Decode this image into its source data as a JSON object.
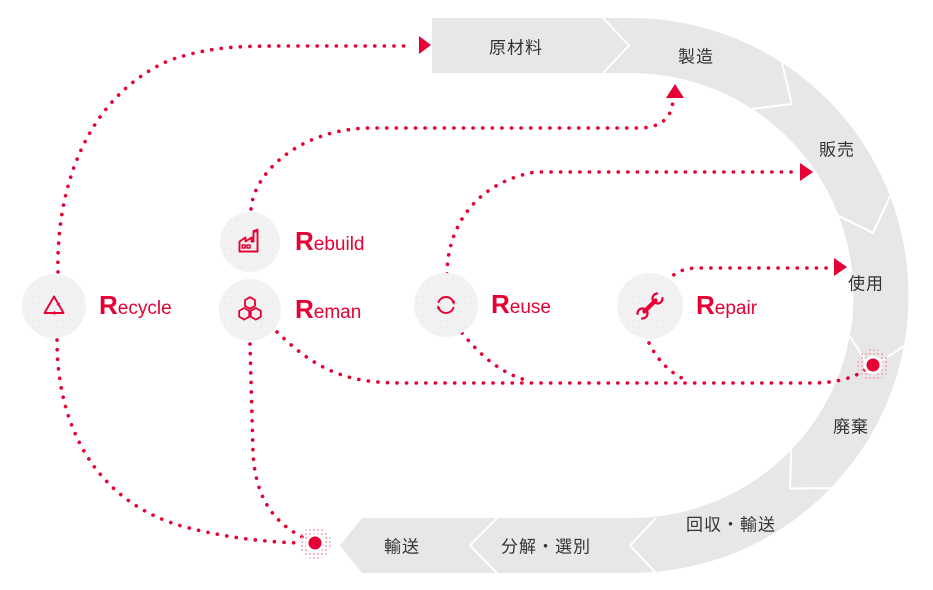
{
  "palette": {
    "accent_red": "#e60033",
    "halo_pink": "#f3aebe",
    "band_gray": "#e7e7e8",
    "node_circle_gray": "#f2f2f3",
    "stage_text": "#333333",
    "separator_white": "#ffffff"
  },
  "stages": [
    {
      "id": "raw-materials",
      "label": "原材料"
    },
    {
      "id": "manufacturing",
      "label": "製造"
    },
    {
      "id": "sales",
      "label": "販売"
    },
    {
      "id": "use",
      "label": "使用"
    },
    {
      "id": "disposal",
      "label": "廃棄"
    },
    {
      "id": "collection-transport",
      "label": "回収・輸送"
    },
    {
      "id": "disassembly-sorting",
      "label": "分解・選別"
    },
    {
      "id": "transport",
      "label": "輸送"
    }
  ],
  "r_nodes": [
    {
      "id": "recycle",
      "initial": "R",
      "rest": "ecycle",
      "icon": "recycle-icon"
    },
    {
      "id": "rebuild",
      "initial": "R",
      "rest": "ebuild",
      "icon": "factory-icon"
    },
    {
      "id": "reman",
      "initial": "R",
      "rest": "eman",
      "icon": "hexagons-icon"
    },
    {
      "id": "reuse",
      "initial": "R",
      "rest": "euse",
      "icon": "cycle-arrows-icon"
    },
    {
      "id": "repair",
      "initial": "R",
      "rest": "epair",
      "icon": "wrench-icon"
    }
  ],
  "connectors": [
    {
      "id": "recycle-to-raw-materials",
      "from": "recycle",
      "to": "raw-materials",
      "end": "arrow"
    },
    {
      "id": "rebuild-to-manufacturing",
      "from": "rebuild",
      "to": "manufacturing",
      "end": "arrow"
    },
    {
      "id": "reuse-to-sales",
      "from": "reuse",
      "to": "sales",
      "end": "arrow"
    },
    {
      "id": "repair-to-use",
      "from": "repair",
      "to": "use",
      "end": "arrow"
    },
    {
      "id": "return-line-to-disposal",
      "from": "reman",
      "to": "disposal",
      "end": "dot"
    },
    {
      "id": "return-line-to-transport",
      "from": "recycle",
      "to": "transport",
      "end": "dot"
    }
  ]
}
